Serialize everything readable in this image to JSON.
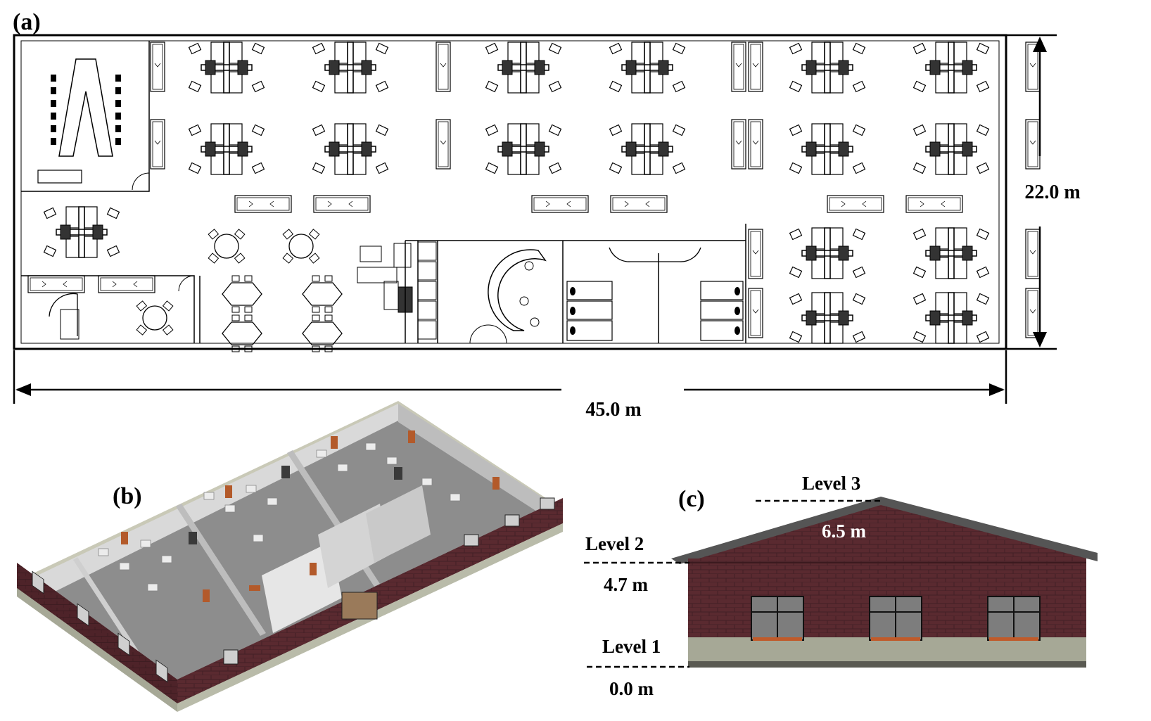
{
  "panels": {
    "a": {
      "label": "(a)",
      "dim_width": "45.0 m",
      "dim_height": "22.0 m",
      "plan_color": "#000000"
    },
    "b": {
      "label": "(b)",
      "wall_color": "#5b2730",
      "floor_color": "#8d8d8d",
      "interior_wall_color": "#cfcfcf"
    },
    "c": {
      "label": "(c)",
      "levels": [
        {
          "name": "Level 3",
          "elevation": "6.5 m"
        },
        {
          "name": "Level 2",
          "elevation": "4.7 m"
        },
        {
          "name": "Level 1",
          "elevation": "0.0 m"
        }
      ],
      "brick_color": "#5a2a30",
      "base_color": "#a6a896",
      "roof_color": "#555555"
    }
  }
}
